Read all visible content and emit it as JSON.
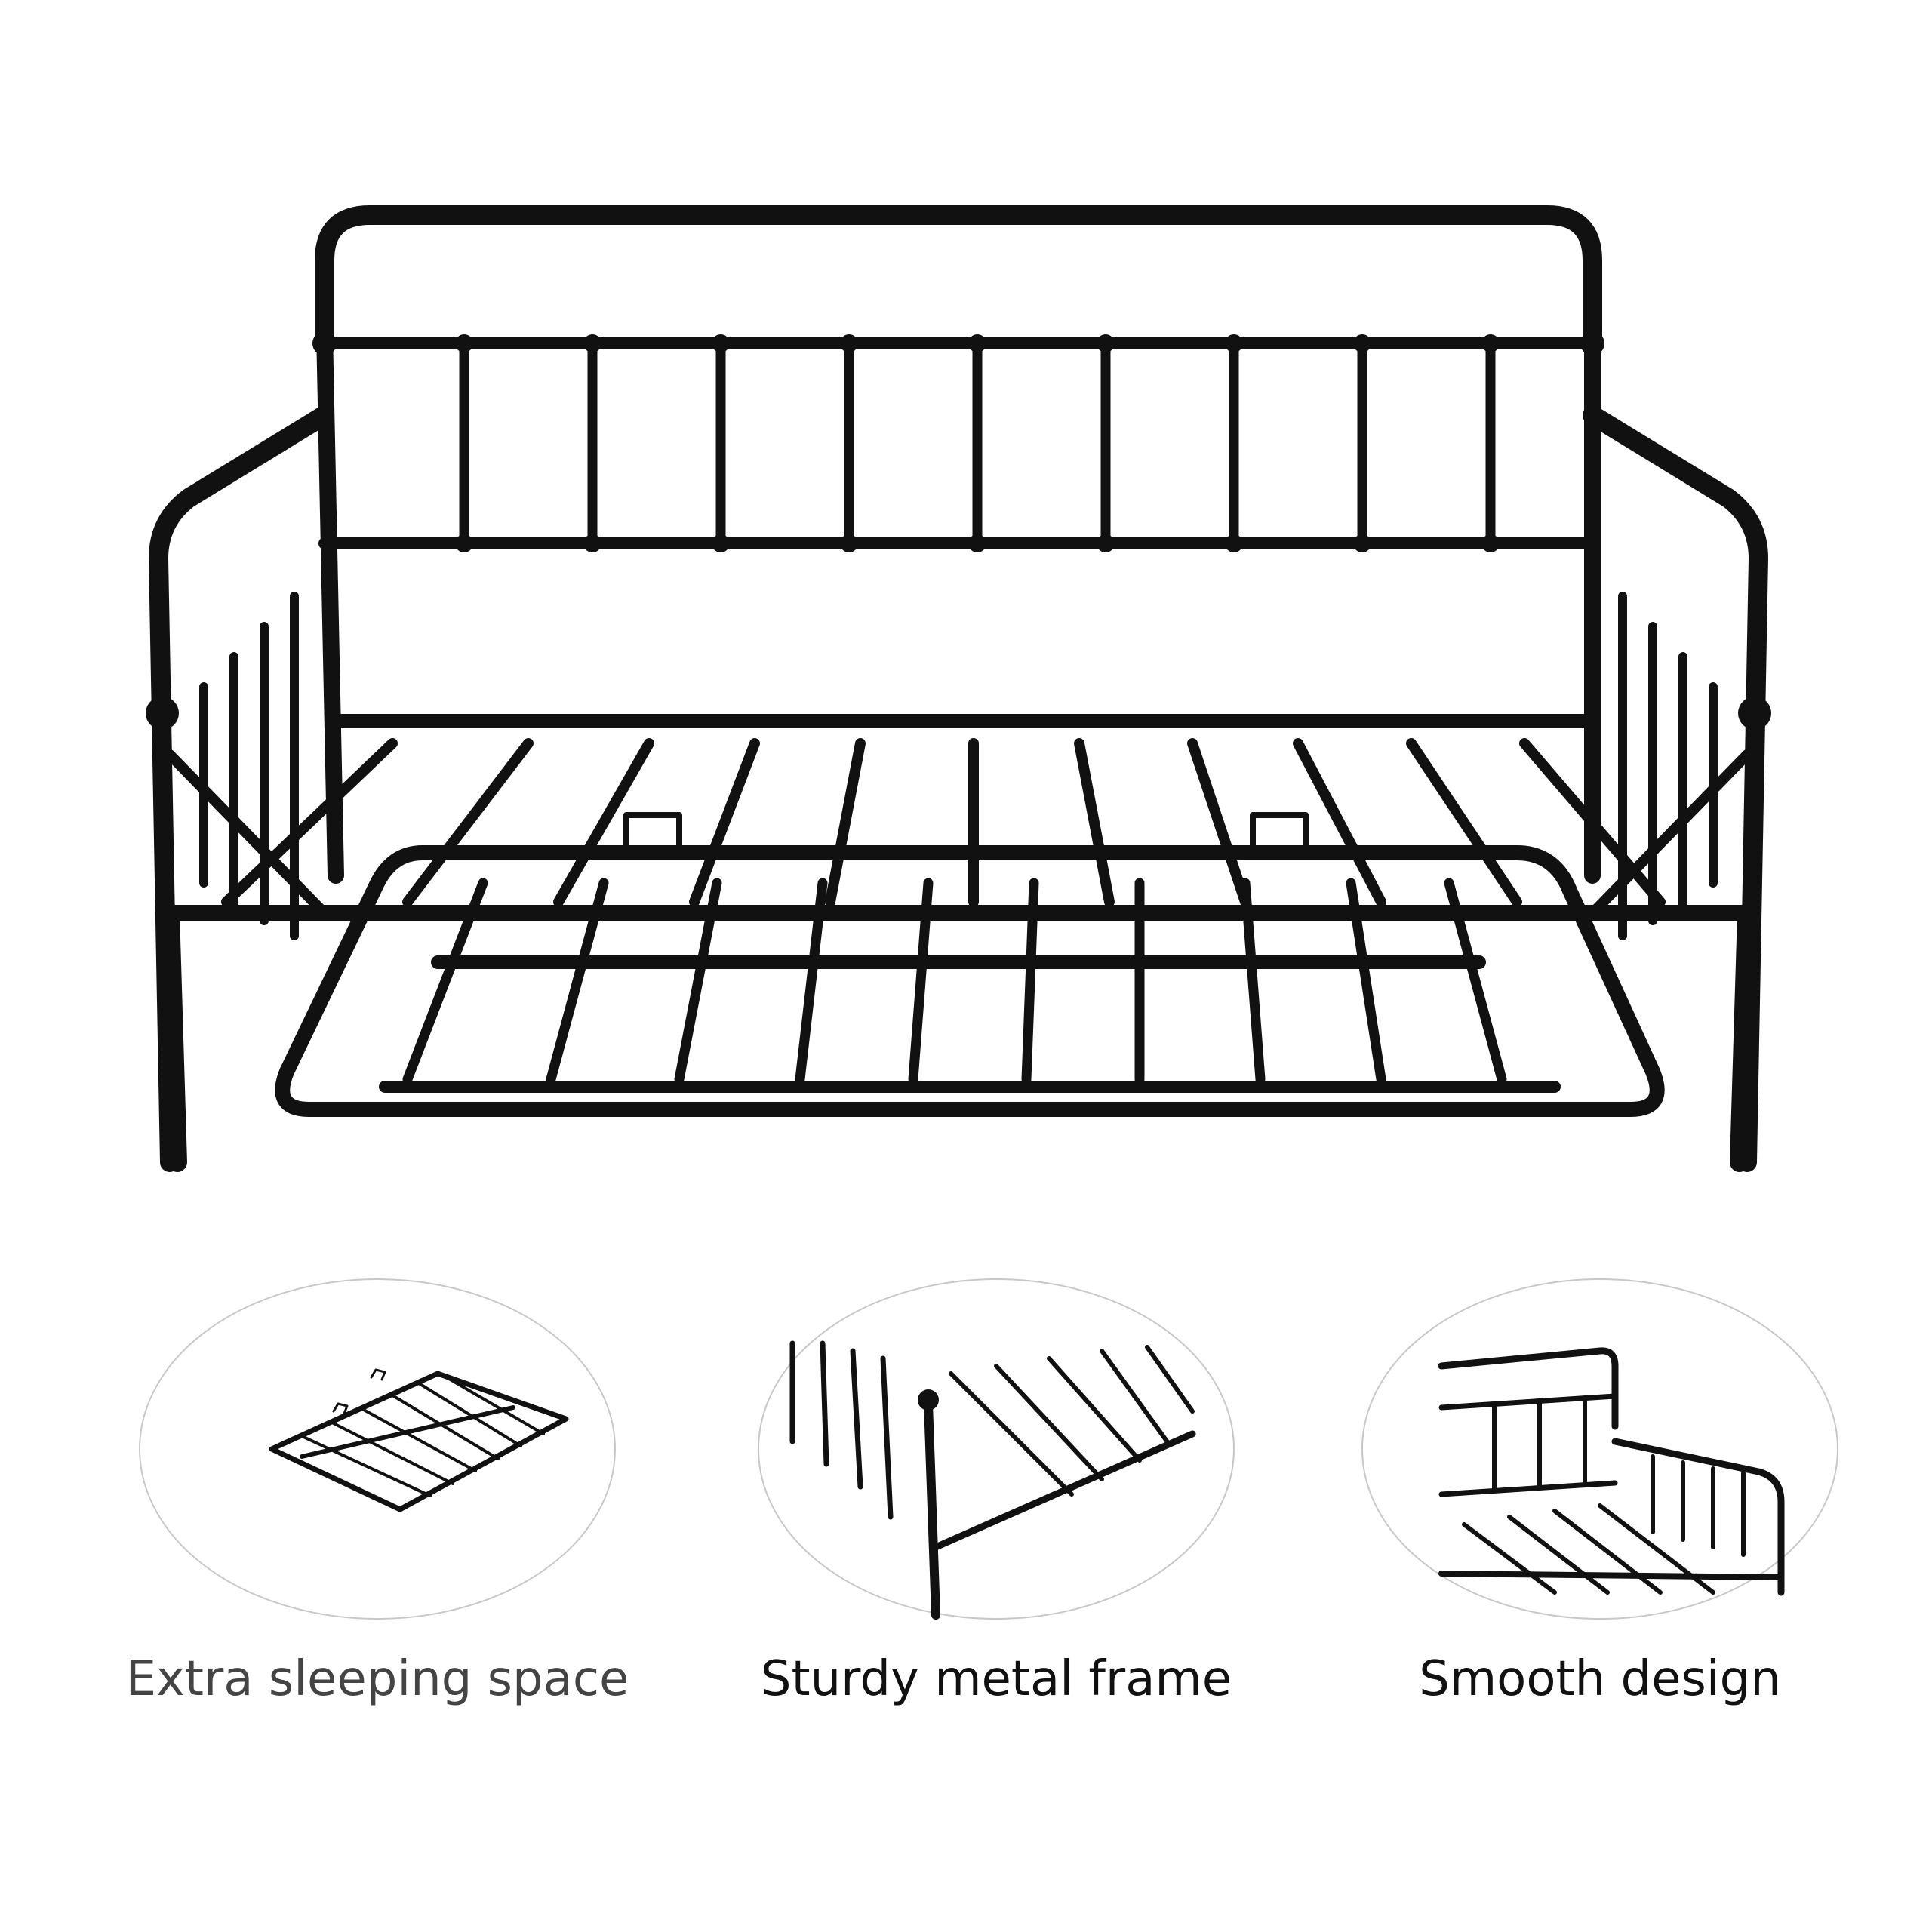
{
  "colors": {
    "background": "#ffffff",
    "frame": "#111111",
    "oval_border": "#c8c8c8",
    "caption_gray": "#444444",
    "caption_black": "#111111"
  },
  "features": [
    {
      "label": "Extra sleeping space",
      "icon": "trundle-frame-icon"
    },
    {
      "label": "Sturdy metal frame",
      "icon": "frame-corner-icon"
    },
    {
      "label": "Smooth design",
      "icon": "daybed-side-icon"
    }
  ]
}
